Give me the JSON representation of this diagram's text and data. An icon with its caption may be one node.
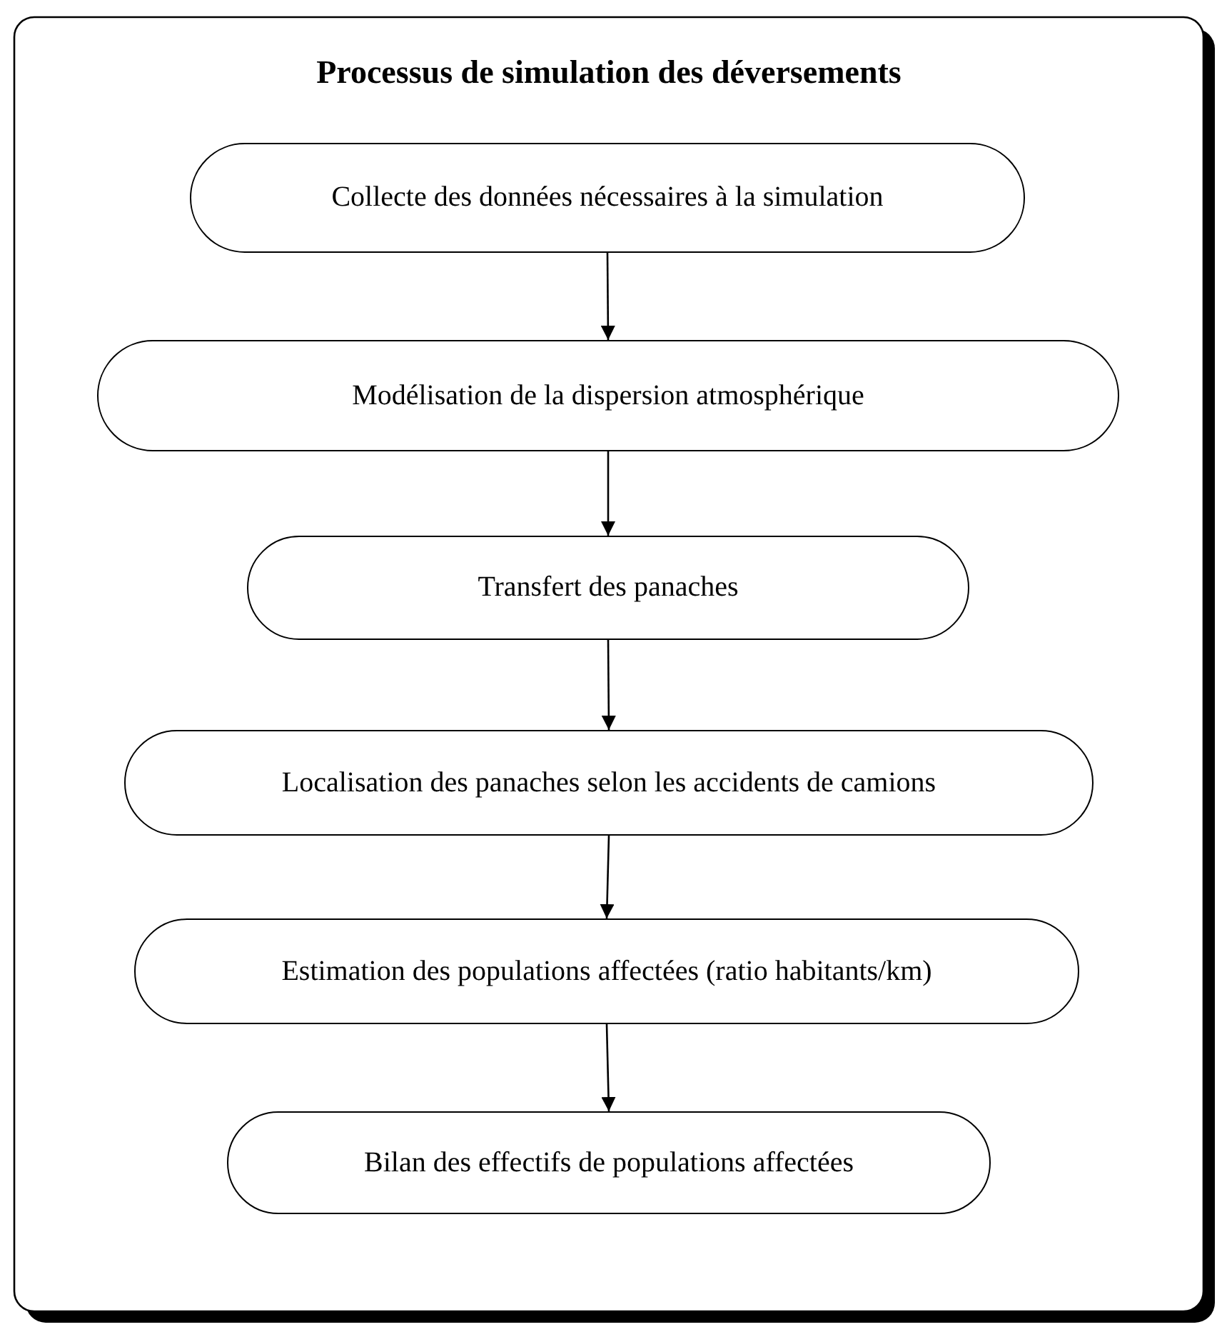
{
  "diagram": {
    "title": "Processus de simulation des déversements",
    "nodes": [
      {
        "text": [
          "Collecte des données nécessaires à la simulation"
        ]
      },
      {
        "text": [
          "Modélisation de la dispersion atmosphérique"
        ]
      },
      {
        "text": [
          "Transfert des panaches"
        ]
      },
      {
        "text": [
          "Localisation des panaches selon les accidents de camions"
        ]
      },
      {
        "text": [
          "Estimation des populations affectées (ratio habitants/km)"
        ]
      },
      {
        "text": [
          "Bilan des effectifs de populations affectées"
        ]
      }
    ],
    "edges": [
      {
        "from": 0,
        "to": 1,
        "arrow": "to"
      },
      {
        "from": 1,
        "to": 2,
        "arrow": "to"
      },
      {
        "from": 2,
        "to": 3,
        "arrow": "to"
      },
      {
        "from": 3,
        "to": 4,
        "arrow": "to"
      },
      {
        "from": 4,
        "to": 5,
        "arrow": "to"
      }
    ]
  }
}
